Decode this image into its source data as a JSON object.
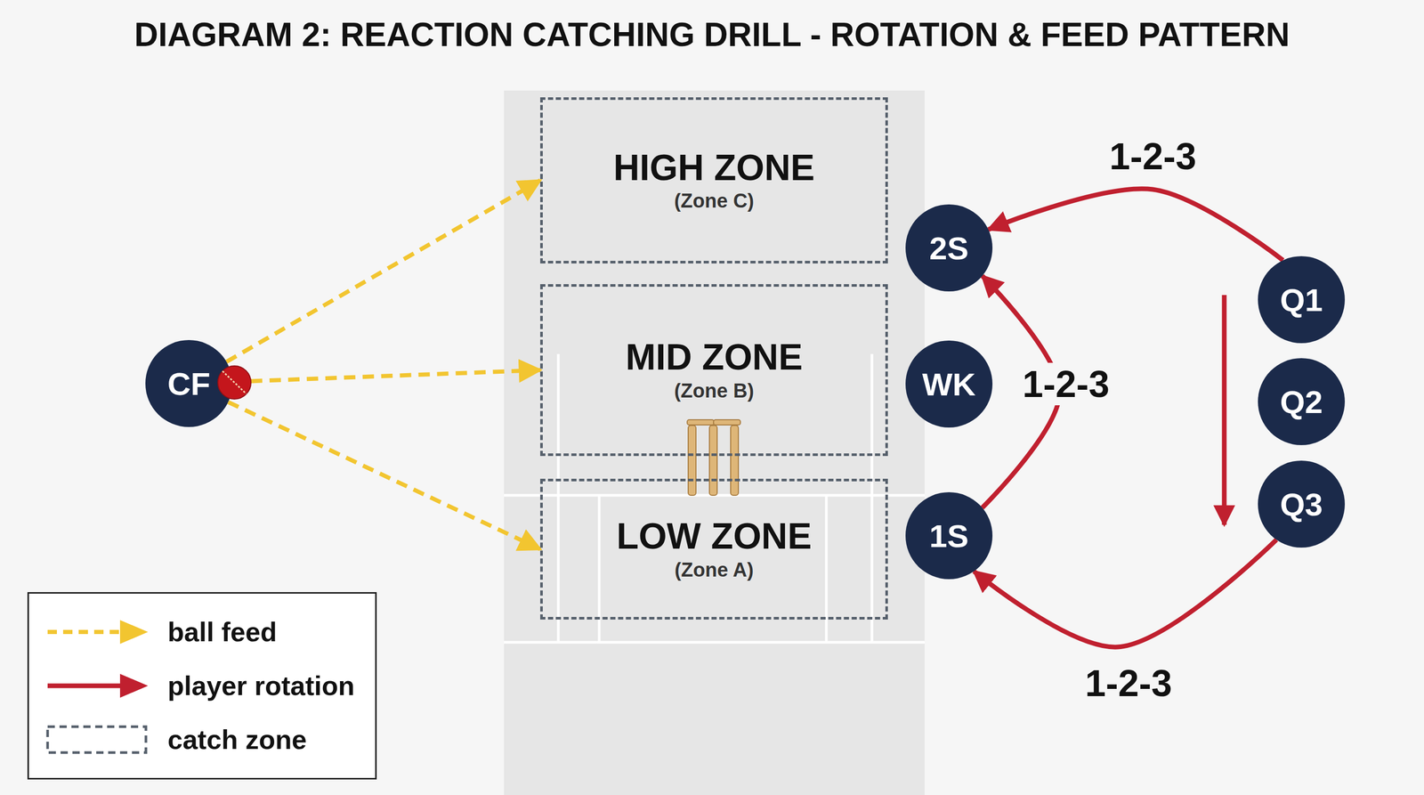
{
  "diagram": {
    "title": "DIAGRAM 2: REACTION CATCHING DRILL - ROTATION & FEED PATTERN",
    "nodes": [
      {
        "text": [
          "CF"
        ]
      },
      {
        "text": [
          "HIGH ZONE",
          "(Zone C)"
        ]
      },
      {
        "text": [
          "MID ZONE",
          "(Zone B)"
        ]
      },
      {
        "text": [
          "LOW ZONE",
          "(Zone A)"
        ]
      },
      {
        "text": [
          "2S"
        ]
      },
      {
        "text": [
          "WK"
        ]
      },
      {
        "text": [
          "1S"
        ]
      },
      {
        "text": [
          "Q1"
        ]
      },
      {
        "text": [
          "Q2"
        ]
      },
      {
        "text": [
          "Q3"
        ]
      }
    ],
    "edges": [
      {
        "from": 0,
        "to": 1,
        "arrow": "to"
      },
      {
        "from": 0,
        "to": 2,
        "arrow": "to"
      },
      {
        "from": 0,
        "to": 3,
        "arrow": "to"
      },
      {
        "from": 7,
        "to": 4,
        "label": "1-2-3",
        "arrow": "to"
      },
      {
        "from": 6,
        "to": 4,
        "label": "1-2-3",
        "arrow": "to"
      },
      {
        "from": 9,
        "to": 6,
        "label": "1-2-3",
        "arrow": "to"
      }
    ],
    "legend": [
      {
        "text": "ball feed"
      },
      {
        "text": "player rotation"
      },
      {
        "text": "catch zone"
      }
    ]
  }
}
